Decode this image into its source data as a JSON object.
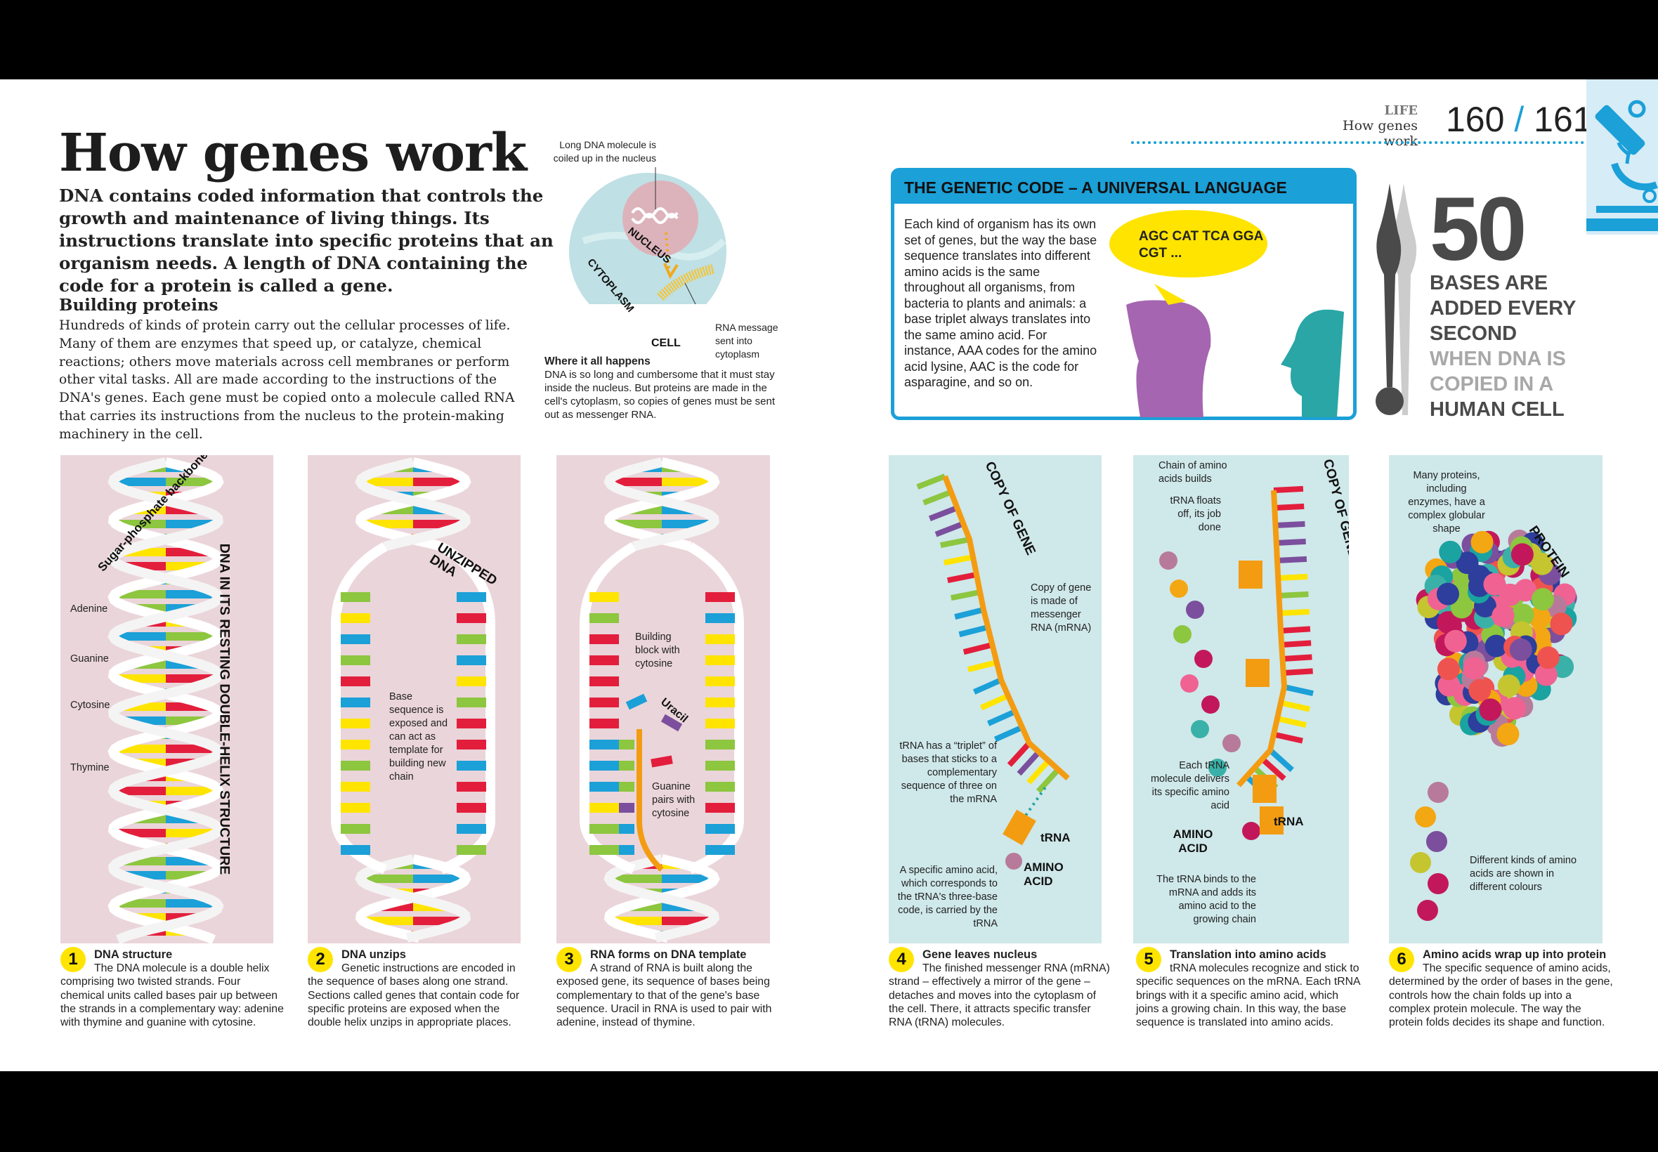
{
  "header": {
    "section": "LIFE",
    "subtitle": "How genes work",
    "page_left": "160",
    "page_sep": "/",
    "page_right": "161"
  },
  "title": "How genes work",
  "intro": "DNA contains coded information that controls the growth and maintenance of living things. Its instructions translate into specific proteins that an organism needs. A length of DNA containing the code for a protein is called a gene.",
  "building": {
    "heading": "Building proteins",
    "body": "Hundreds of kinds of protein carry out the cellular processes of life. Many of them are enzymes that speed up, or catalyze, chemical reactions; others move materials across cell membranes or perform other vital tasks. All are made according to the instructions of the DNA's genes. Each gene must be copied onto a molecule called RNA that carries its instructions from the nucleus to the protein-making machinery in the cell."
  },
  "cell": {
    "label_dna": "Long DNA molecule is coiled up in the nucleus",
    "nucleus": "NUCLEUS",
    "cytoplasm": "CYTOPLASM",
    "cell": "CELL",
    "label_rna": "RNA message sent into cytoplasm",
    "heading": "Where it all happens",
    "body": "DNA is so long and cumbersome that it must stay inside the nucleus. But proteins are made in the cell's cytoplasm, so copies of genes must be sent out as messenger RNA."
  },
  "genetic_code": {
    "heading": "THE GENETIC CODE – A UNIVERSAL LANGUAGE",
    "body": "Each kind of organism has its own set of genes, but the way the base sequence translates into different amino acids is the same throughout all organisms, from bacteria to plants and animals: a base triplet always translates into the same amino acid. For instance, AAA codes for the amino acid lysine, AAC is the code for asparagine, and so on.",
    "bubble": "AGC CAT TCA GGA CGT ..."
  },
  "stat": {
    "number": "50",
    "lines_dark": [
      "BASES ARE",
      "ADDED EVERY",
      "SECOND"
    ],
    "lines_light": [
      "WHEN DNA IS",
      "COPIED IN A"
    ],
    "line_last": "HUMAN CELL"
  },
  "panels": [
    {
      "labels": {
        "backbone": "Sugar-phosphate backbone",
        "adenine": "Adenine",
        "guanine": "Guanine",
        "cytosine": "Cytosine",
        "thymine": "Thymine",
        "vertical": "DNA IN ITS RESTING DOUBLE-HELIX STRUCTURE"
      }
    },
    {
      "labels": {
        "unzipped": "UNZIPPED DNA",
        "base": "Base sequence is exposed and can act as template for building new chain"
      }
    },
    {
      "labels": {
        "building": "Building block with cytosine",
        "uracil": "Uracil",
        "guanine": "Guanine pairs with cytosine"
      }
    },
    {
      "labels": {
        "copy": "COPY OF GENE",
        "mrna": "Copy of gene is made of messenger RNA (mRNA)",
        "triplet": "tRNA has a “triplet” of bases that sticks to a complementary sequence of three on the mRNA",
        "trna": "tRNA",
        "amino": "AMINO ACID",
        "specific": "A specific amino acid, which corresponds to the tRNA's three-base code, is carried by the tRNA"
      }
    },
    {
      "labels": {
        "chain": "Chain of amino acids builds",
        "floats": "tRNA floats off, its job done",
        "copy": "COPY OF GENE",
        "delivers": "Each tRNA molecule delivers its specific amino acid",
        "amino": "AMINO ACID",
        "trna": "tRNA",
        "binds": "The tRNA binds to the mRNA and adds its amino acid to the growing chain"
      }
    },
    {
      "labels": {
        "many": "Many proteins, including enzymes, have a complex globular shape",
        "protein": "PROTEIN",
        "different": "Different kinds of amino acids are shown in different colours"
      }
    }
  ],
  "captions": [
    {
      "num": "1",
      "title": "DNA structure",
      "body": "The DNA molecule is a double helix comprising two twisted strands. Four chemical units called bases pair up between the strands in a complementary way: adenine with thymine and guanine with cytosine."
    },
    {
      "num": "2",
      "title": "DNA unzips",
      "body": "Genetic instructions are encoded in the sequence of bases along one strand. Sections called genes that contain code for specific proteins are exposed when the double helix unzips in appropriate places."
    },
    {
      "num": "3",
      "title": "RNA forms on DNA template",
      "body": "A strand of RNA is built along the exposed gene, its sequence of bases being complementary to that of the gene's base sequence. Uracil in RNA is used to pair with adenine, instead of thymine."
    },
    {
      "num": "4",
      "title": "Gene leaves nucleus",
      "body": "The finished messenger RNA (mRNA) strand – effectively a mirror of the gene – detaches and moves into the cytoplasm of the cell. There, it attracts specific transfer RNA (tRNA) molecules."
    },
    {
      "num": "5",
      "title": "Translation into amino acids",
      "body": "tRNA molecules recognize and stick to specific sequences on the mRNA. Each tRNA brings with it a specific amino acid, which joins a growing chain. In this way, the base sequence is translated into amino acids."
    },
    {
      "num": "6",
      "title": "Amino acids wrap up into protein",
      "body": "The specific sequence of amino acids, determined by the order of bases in the gene, controls how the chain folds up into a complex protein molecule. The way the protein folds decides its shape and function."
    }
  ],
  "colors": {
    "accent": "#1ba0d8",
    "yellow": "#ffe400",
    "adenine": "#ffe400",
    "guanine": "#8dc63f",
    "cytosine": "#1ba0d8",
    "thymine": "#e31e3c",
    "uracil": "#7b4f9d",
    "mrna": "#f39c12",
    "pink_bg": "#ead5da",
    "blue_bg": "#cfe8ea"
  }
}
